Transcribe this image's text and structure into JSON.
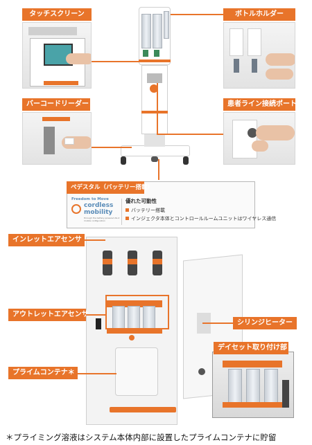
{
  "labels": {
    "touchscreen": "タッチスクリーン",
    "bottle_holder": "ボトルホルダー",
    "barcode_reader": "バーコードリーダー",
    "patient_line_port": "患者ライン接続ポート",
    "pedestal": "ペデスタル（バッテリー搭載）",
    "inlet_air_sensor": "インレットエアセンサ",
    "outlet_air_sensor": "アウトレットエアセンサ",
    "syringe_heater": "シリンジヒーター",
    "dayset_mount": "デイセット取り付け部",
    "prime_container": "プライムコンテナ＊"
  },
  "pedestal_info": {
    "badge_top": "Freedom to Move",
    "badge_main_1": "cordless",
    "badge_main_2": "mobility",
    "badge_small": "through the battery-powered Ab-X mobile configuration",
    "heading": "優れた可動性",
    "bullet1": "バッテリー搭載",
    "bullet2": "インジェクタ本体とコントロールルームユニットはワイヤレス通信"
  },
  "footnote": "＊プライミング溶液はシステム本体内部に設置したプライムコンテナに貯留",
  "colors": {
    "accent": "#e8742a"
  }
}
